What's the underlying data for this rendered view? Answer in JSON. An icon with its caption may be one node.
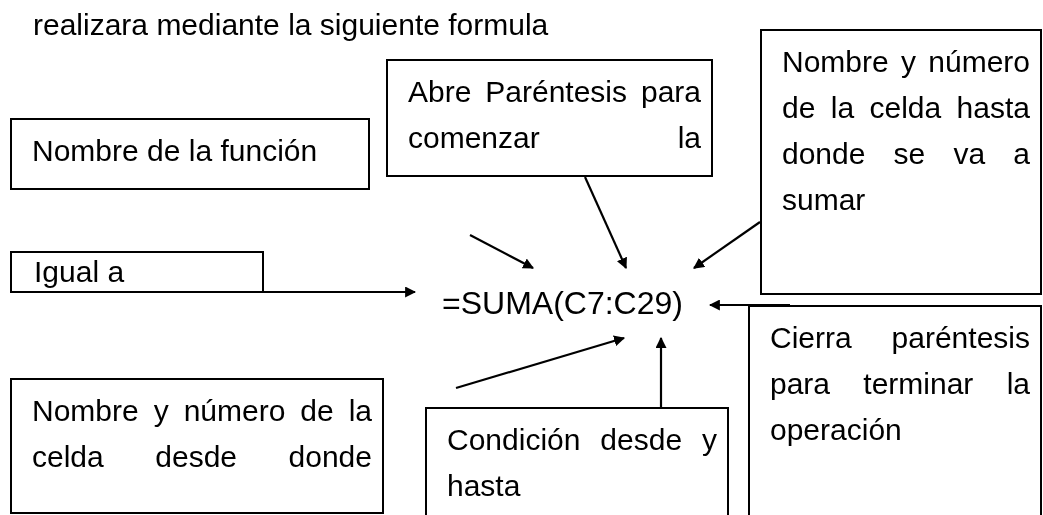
{
  "diagram": {
    "nodes": [
      {
        "text": [
          "Nombre de la función"
        ]
      },
      {
        "text": [
          "Abre Paréntesis para comenzar la"
        ]
      },
      {
        "text": [
          "Nombre y número de la celda hasta donde se va a sumar"
        ]
      },
      {
        "text": [
          "Igual a"
        ]
      },
      {
        "text": [
          "=SUMA(C7:C29)"
        ]
      },
      {
        "text": [
          "Cierra paréntesis para terminar la operación"
        ]
      },
      {
        "text": [
          "Nombre y número de la celda desde donde"
        ]
      },
      {
        "text": [
          "Condición desde y hasta"
        ]
      }
    ],
    "edges": [
      {
        "from": 3,
        "to": 4,
        "arrow": "to"
      },
      {
        "from": null,
        "to": 4,
        "arrow": "to"
      },
      {
        "from": 1,
        "to": 4,
        "arrow": "to"
      },
      {
        "from": 2,
        "to": 4,
        "arrow": "to"
      },
      {
        "from": 5,
        "to": 4,
        "arrow": "to"
      },
      {
        "from": null,
        "to": 4,
        "arrow": "to"
      },
      {
        "from": 7,
        "to": 4,
        "arrow": "to"
      }
    ],
    "labels": [
      "realizara mediante la siguiente formula"
    ]
  }
}
